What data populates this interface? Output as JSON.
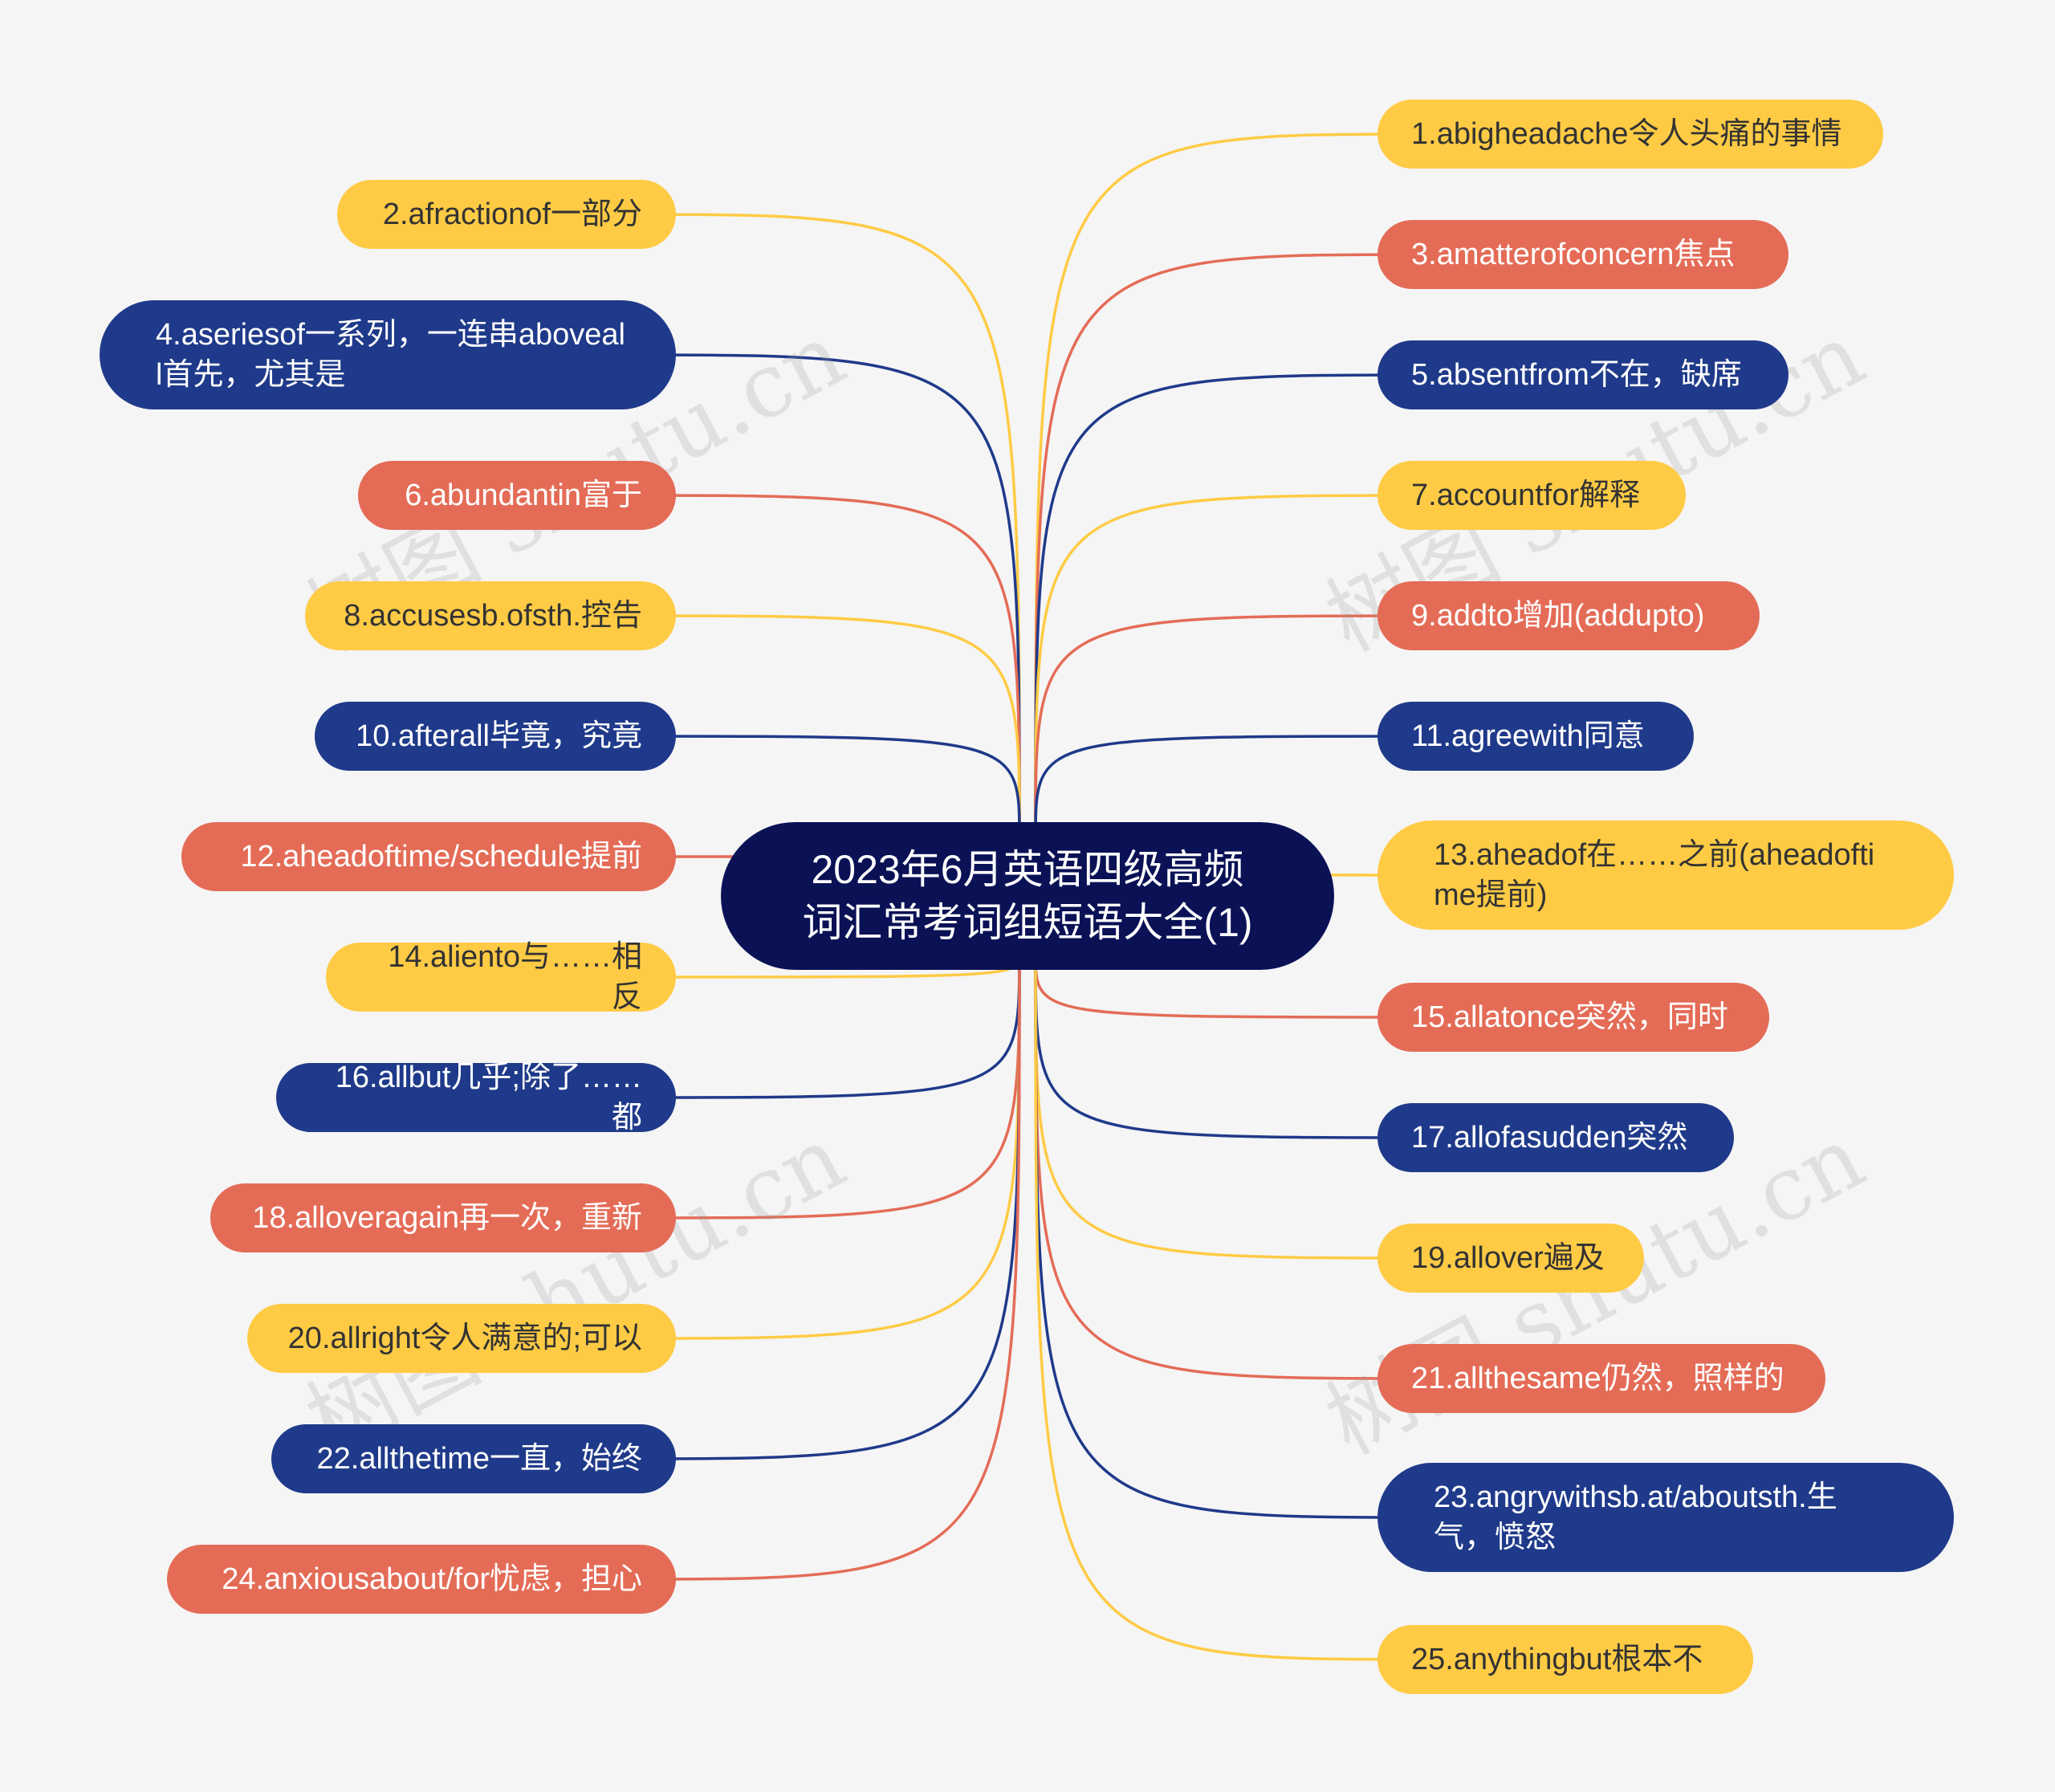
{
  "title_line1": "2023年6月英语四级高频",
  "title_line2": "词汇常考词组短语大全(1)",
  "watermark": "树图 shutu.cn",
  "colors": {
    "yellow": "#ffcb45",
    "orange": "#e46c57",
    "navy": "#1f3a8a",
    "center": "#0a1155",
    "background": "#f5f5f5"
  },
  "nodes": [
    {
      "id": 1,
      "text": "1.abigheadache令人头痛的事情",
      "color": "yellow"
    },
    {
      "id": 2,
      "text": "2.afractionof一部分",
      "color": "yellow"
    },
    {
      "id": 3,
      "text": "3.amatterofconcern焦点",
      "color": "orange"
    },
    {
      "id": 4,
      "text": "4.aseriesof一系列，一连串aboveall首先，尤其是",
      "color": "navy"
    },
    {
      "id": 5,
      "text": "5.absentfrom不在，缺席",
      "color": "navy"
    },
    {
      "id": 6,
      "text": "6.abundantin富于",
      "color": "orange"
    },
    {
      "id": 7,
      "text": "7.accountfor解释",
      "color": "yellow"
    },
    {
      "id": 8,
      "text": "8.accusesb.ofsth.控告",
      "color": "yellow"
    },
    {
      "id": 9,
      "text": "9.addto增加(addupto)",
      "color": "orange"
    },
    {
      "id": 10,
      "text": "10.afterall毕竟，究竟",
      "color": "navy"
    },
    {
      "id": 11,
      "text": "11.agreewith同意",
      "color": "navy"
    },
    {
      "id": 12,
      "text": "12.aheadoftime/schedule提前",
      "color": "orange"
    },
    {
      "id": 13,
      "text": "13.aheadof在……之前(aheadoftime提前)",
      "color": "yellow"
    },
    {
      "id": 14,
      "text": "14.aliento与……相反",
      "color": "yellow"
    },
    {
      "id": 15,
      "text": "15.allatonce突然，同时",
      "color": "orange"
    },
    {
      "id": 16,
      "text": "16.allbut几乎;除了……都",
      "color": "navy"
    },
    {
      "id": 17,
      "text": "17.allofasudden突然",
      "color": "navy"
    },
    {
      "id": 18,
      "text": "18.alloveragain再一次，重新",
      "color": "orange"
    },
    {
      "id": 19,
      "text": "19.allover遍及",
      "color": "yellow"
    },
    {
      "id": 20,
      "text": "20.allright令人满意的;可以",
      "color": "yellow"
    },
    {
      "id": 21,
      "text": "21.allthesame仍然，照样的",
      "color": "orange"
    },
    {
      "id": 22,
      "text": "22.allthetime一直，始终",
      "color": "navy"
    },
    {
      "id": 23,
      "text": "23.angrywithsb.at/aboutsth.生气，愤怒",
      "color": "navy"
    },
    {
      "id": 24,
      "text": "24.anxiousabout/for忧虑，担心",
      "color": "orange"
    },
    {
      "id": 25,
      "text": "25.anythingbut根本不",
      "color": "yellow"
    }
  ]
}
